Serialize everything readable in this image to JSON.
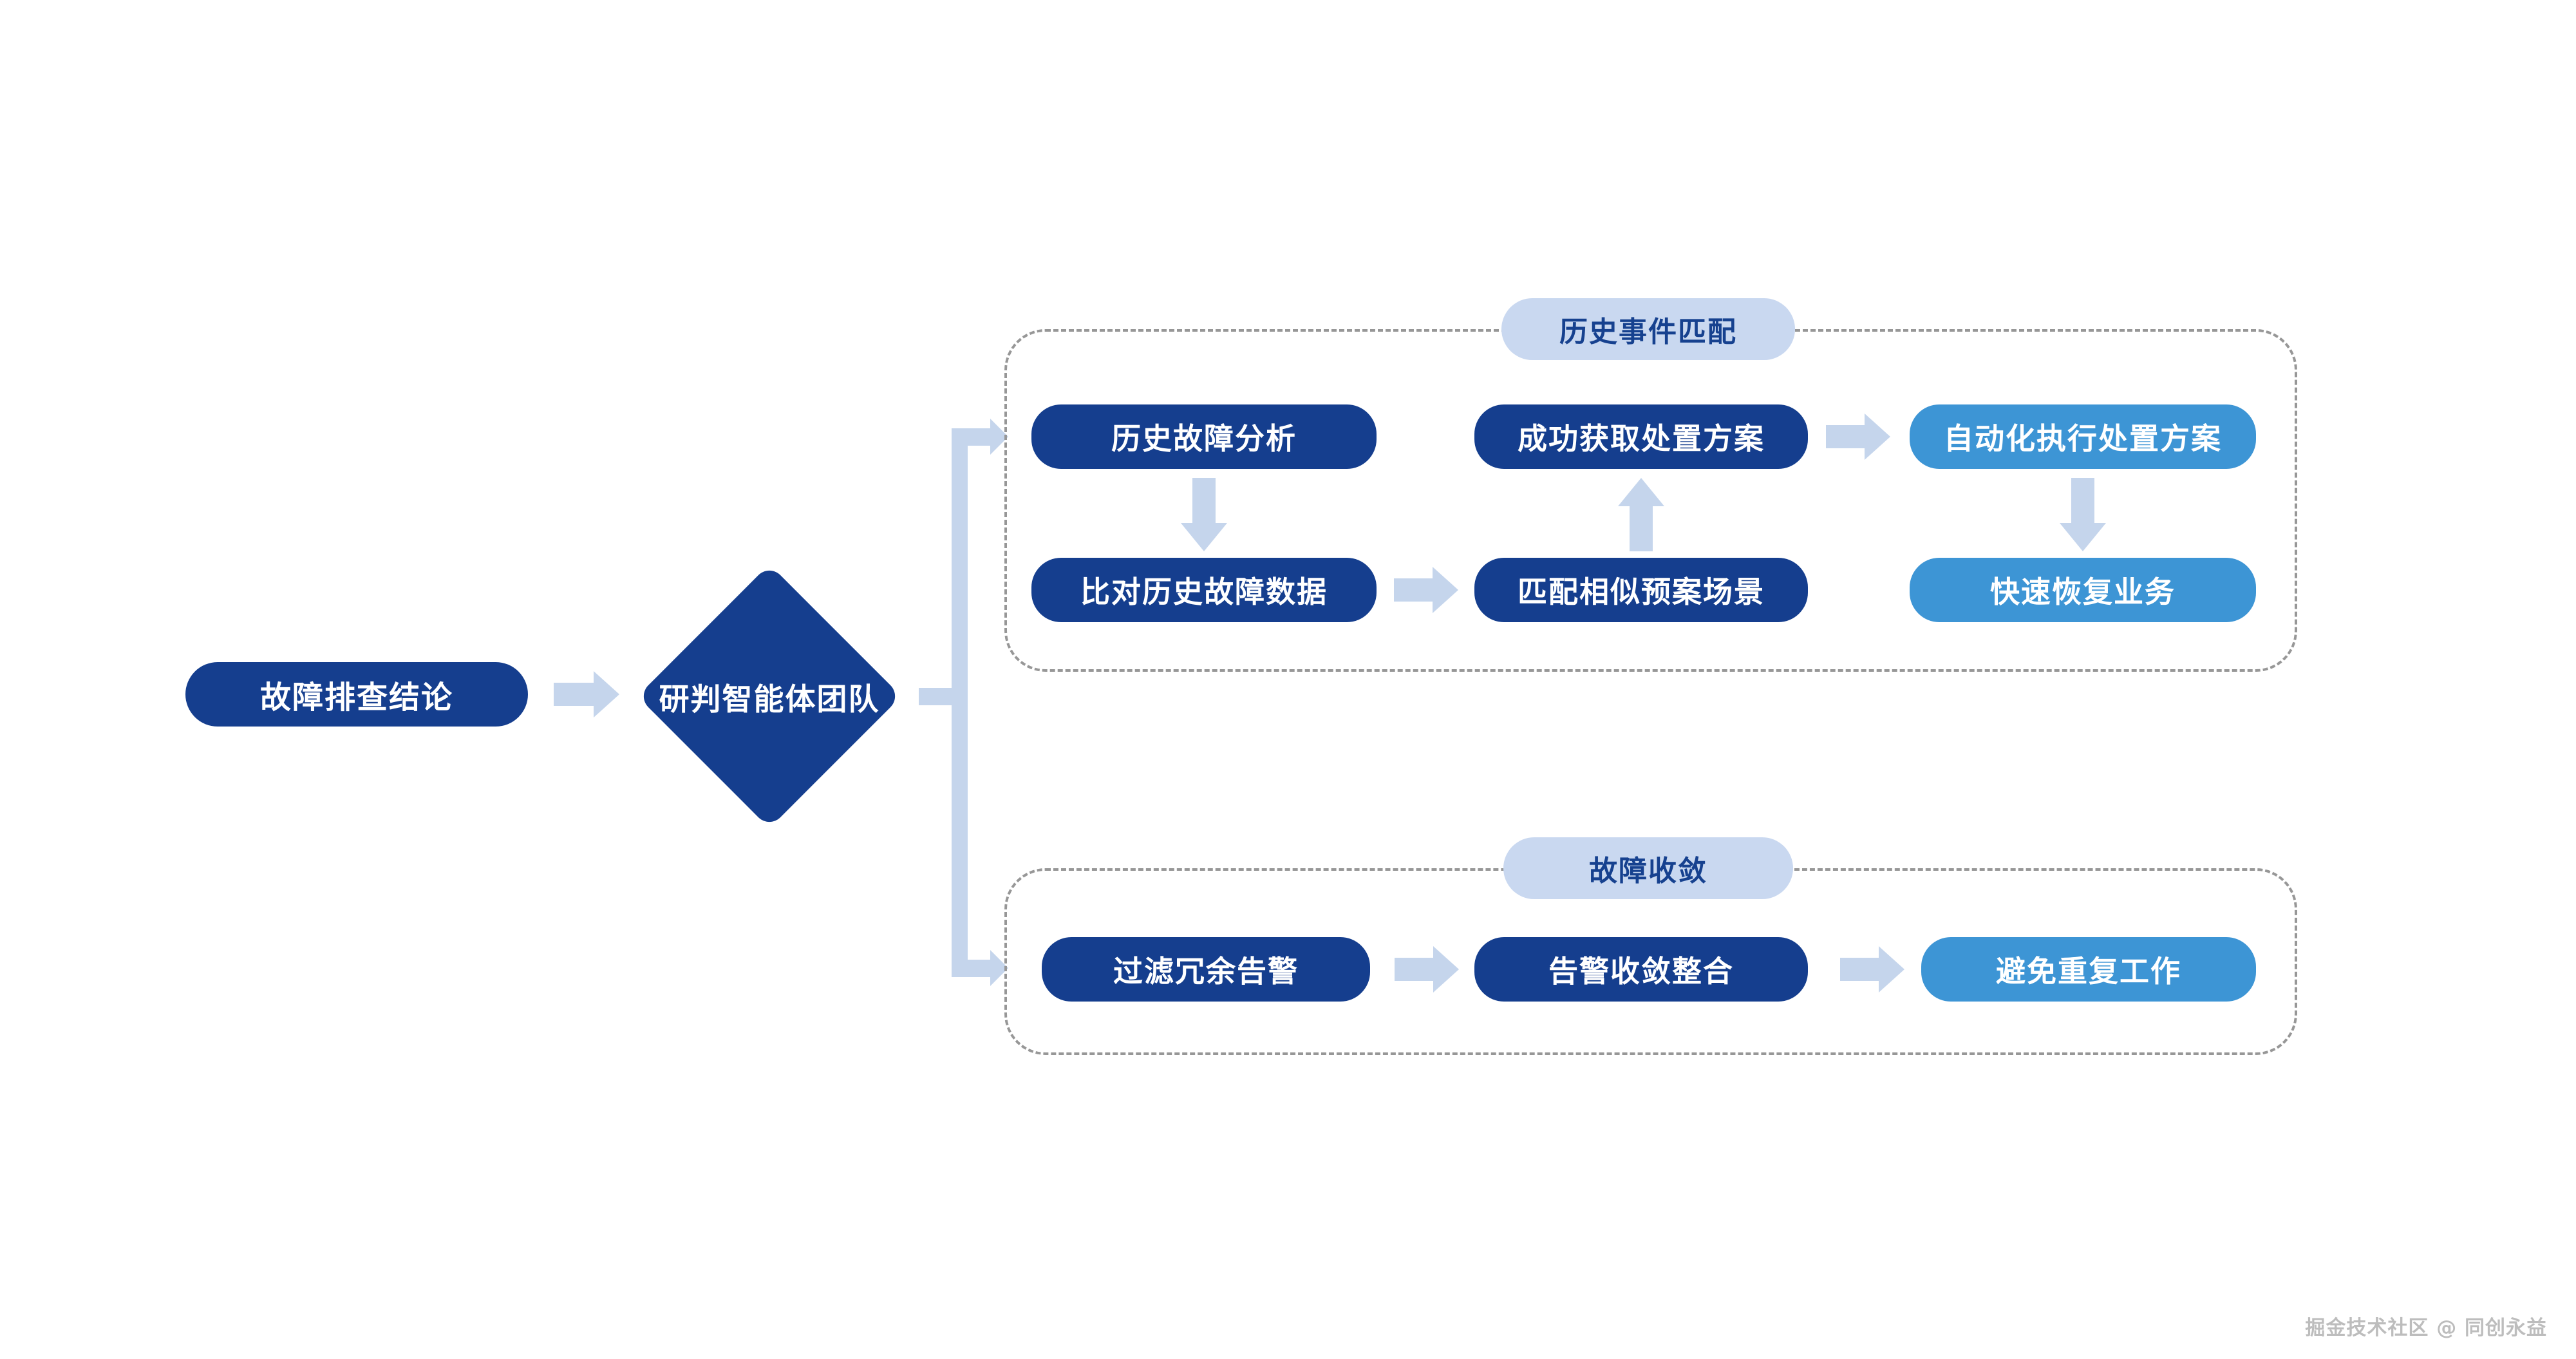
{
  "colors": {
    "dark-blue": "#153E8E",
    "light-blue": "#3D95D5",
    "pill-bg": "#C9D8F0",
    "deep-text": "#16418F",
    "arrow-blue": "#C5D5EC",
    "dash-gray": "#979797",
    "watermark-gray": "#BDBDBD"
  },
  "flow": {
    "start": "故障排查结论",
    "decision": "研判智能体团队"
  },
  "groups": [
    {
      "title": "历史事件匹配",
      "boxes": [
        {
          "label": "历史故障分析",
          "variant": "dark"
        },
        {
          "label": "成功获取处置方案",
          "variant": "dark"
        },
        {
          "label": "自动化执行处置方案",
          "variant": "light"
        },
        {
          "label": "比对历史故障数据",
          "variant": "dark"
        },
        {
          "label": "匹配相似预案场景",
          "variant": "dark"
        },
        {
          "label": "快速恢复业务",
          "variant": "light"
        }
      ]
    },
    {
      "title": "故障收敛",
      "boxes": [
        {
          "label": "过滤冗余告警",
          "variant": "dark"
        },
        {
          "label": "告警收敛整合",
          "variant": "dark"
        },
        {
          "label": "避免重复工作",
          "variant": "light"
        }
      ]
    }
  ],
  "watermark": "掘金技术社区 @ 同创永益"
}
